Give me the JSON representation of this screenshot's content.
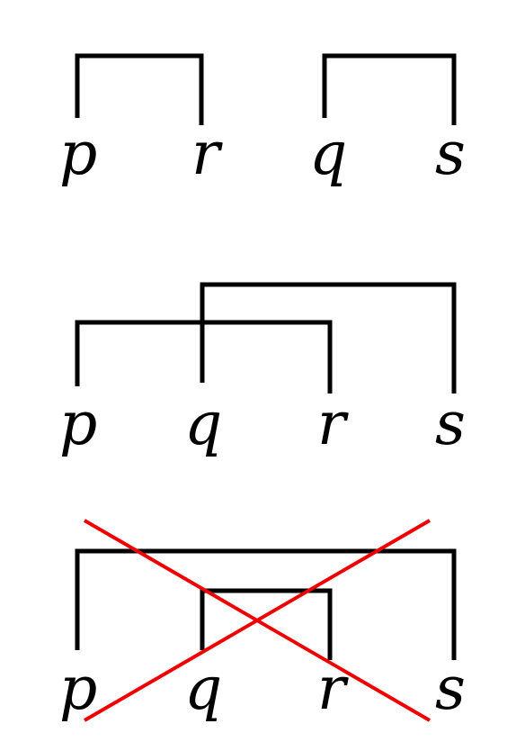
{
  "diagrams": [
    {
      "labels": [
        "p",
        "r",
        "q",
        "s"
      ],
      "crossed_out": false
    },
    {
      "labels": [
        "p",
        "q",
        "r",
        "s"
      ],
      "crossed_out": false
    },
    {
      "labels": [
        "p",
        "q",
        "r",
        "s"
      ],
      "crossed_out": true
    }
  ],
  "colors": {
    "bracket": "#000000",
    "cross": "#ee0000"
  }
}
